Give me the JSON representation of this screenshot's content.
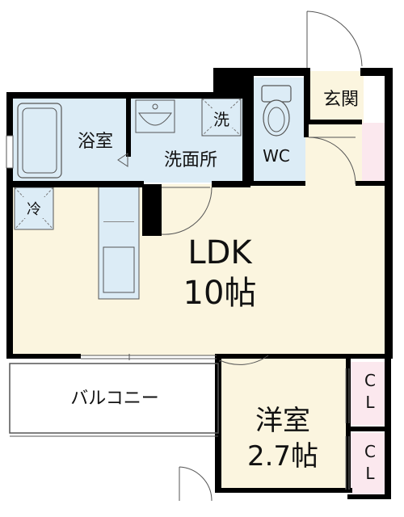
{
  "rooms": {
    "bath": "浴室",
    "washroom": "洗面所",
    "washer": "洗",
    "wc": "WC",
    "entrance": "玄関",
    "fridge": "冷",
    "ldk_name": "LDK",
    "ldk_size": "10帖",
    "balcony": "バルコニー",
    "western_name": "洋室",
    "western_size": "2.7帖",
    "closet_1": "C\nL",
    "closet_2": "C\nL"
  },
  "colors": {
    "wall": "#000000",
    "floor_ldk": "#fbf5df",
    "wet_area": "#dcecf6",
    "closet": "#fbe8ee",
    "balcony": "#ffffff"
  }
}
